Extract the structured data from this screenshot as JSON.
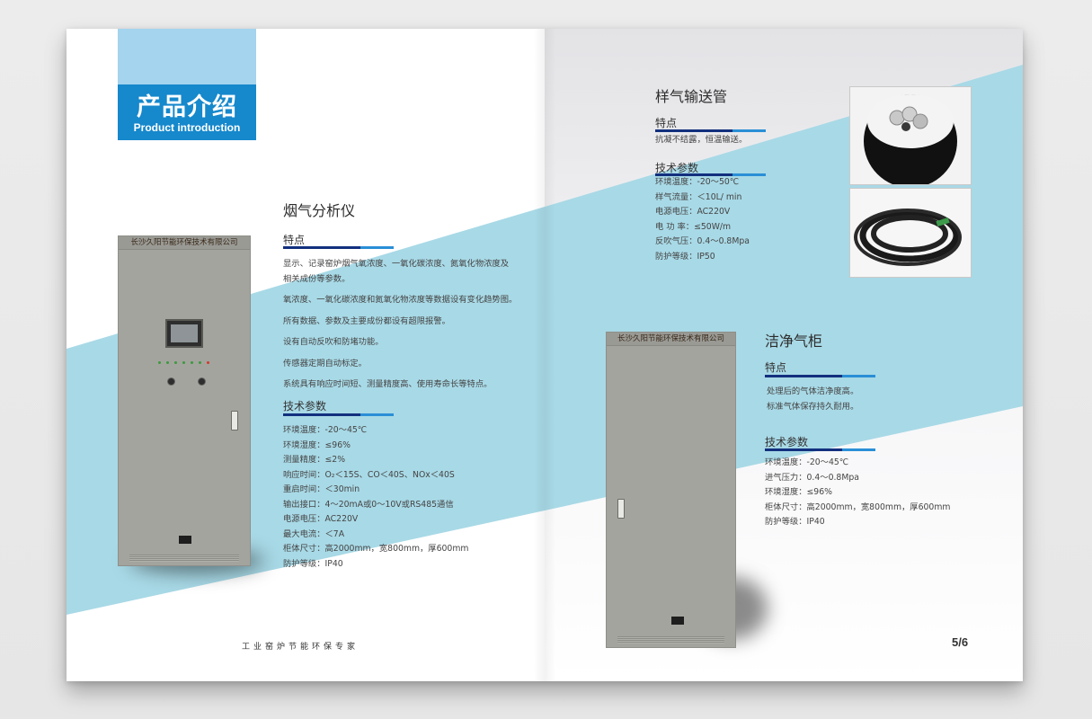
{
  "header": {
    "title_cn": "产品介绍",
    "title_en": "Product introduction"
  },
  "flue_gas_analyzer": {
    "title": "烟气分析仪",
    "cabinet_label": "长沙久阳节能环保技术有限公司",
    "features_heading": "特点",
    "features": [
      "显示、记录窑炉烟气氧浓度、一氧化碳浓度、氮氧化物浓度及",
      "相关成份等参数。",
      "氧浓度、一氧化碳浓度和氮氧化物浓度等数据设有变化趋势图。",
      "所有数据、参数及主要成份都设有超限报警。",
      "设有自动反吹和防堵功能。",
      "传感器定期自动标定。",
      "系统具有响应时间短、测量精度高、使用寿命长等特点。"
    ],
    "specs_heading": "技术参数",
    "specs": [
      "环境温度：-20～45℃",
      "环境湿度：≤96%",
      "测量精度：≤2%",
      "响应时间：O₂＜15S、CO＜40S、NOx＜40S",
      "重启时间：＜30min",
      "输出接口：4～20mA或0～10V或RS485通信",
      "电源电压：AC220V",
      "最大电流：＜7A",
      "柜体尺寸：高2000mm，宽800mm，厚600mm",
      "防护等级：IP40"
    ]
  },
  "sample_gas_pipe": {
    "title": "样气输送管",
    "features_heading": "特点",
    "features": [
      "抗凝不结露，恒温输送。"
    ],
    "specs_heading": "技术参数",
    "specs": [
      "环境温度：-20～50℃",
      "样气流量：＜10L/ min",
      "电源电压：AC220V",
      "电  功  率：≤50W/m",
      "反吹气压：0.4～0.8Mpa",
      "防护等级：IP50"
    ]
  },
  "clean_gas_cabinet": {
    "title": "洁净气柜",
    "cabinet_label": "长沙久阳节能环保技术有限公司",
    "features_heading": "特点",
    "features": [
      "处理后的气体洁净度高。",
      "标准气体保存持久耐用。"
    ],
    "specs_heading": "技术参数",
    "specs": [
      "环境温度：-20～45℃",
      "进气压力：0.4～0.8Mpa",
      "环境湿度：≤96%",
      "柜体尺寸：高2000mm，宽800mm，厚600mm",
      "防护等级：IP40"
    ]
  },
  "footer": {
    "slogan": "工业窑炉节能环保专家",
    "page_number": "5/6"
  },
  "colors": {
    "accent_blue": "#1688cc",
    "light_blue": "#a4d4ee",
    "band": "#a8d9e6",
    "rule_dark": "#13307e"
  }
}
